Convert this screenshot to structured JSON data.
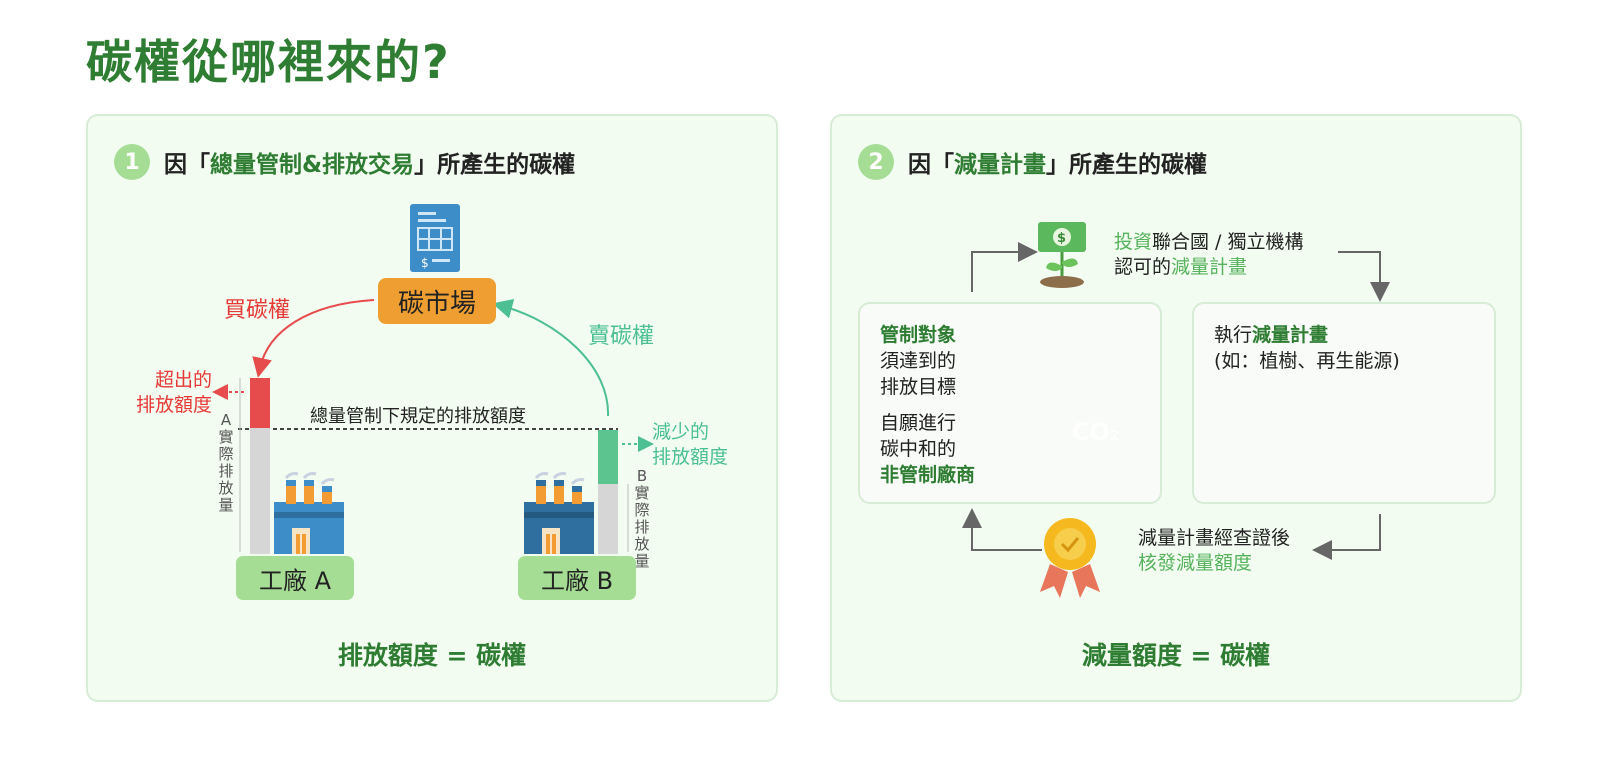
{
  "title": "碳權從哪裡來的?",
  "panel1": {
    "number": "1",
    "heading_pre": "因「",
    "heading_mid": "總量管制&排放交易",
    "heading_post": "」所產生的碳權",
    "market": "碳市場",
    "buy": "買碳權",
    "sell": "賣碳權",
    "excess": [
      "超出的",
      "排放額度"
    ],
    "reduced": [
      "減少的",
      "排放額度"
    ],
    "cap_label": "總量管制下規定的排放額度",
    "a_actual": "A實際排放量",
    "b_actual": "B實際排放量",
    "factory_a": "工廠 A",
    "factory_b": "工廠 B",
    "footer": "排放額度 = 碳權",
    "colors": {
      "excess": "#e74c4c",
      "reduced": "#5cc58f",
      "market": "#ef9f31",
      "factory_label": "#a6dd94"
    }
  },
  "panel2": {
    "number": "2",
    "heading_pre": "因「",
    "heading_mid": "減量計畫",
    "heading_post": "」所產生的碳權",
    "invest_a": "投資",
    "invest_b": "聯合國 / 獨立機構",
    "invest_c": "認可的",
    "invest_d": "減量計畫",
    "box1": {
      "l1": "管制對象",
      "l2": "須達到的",
      "l3": "排放目標",
      "l4": "自願進行",
      "l5": "碳中和的",
      "l6": "非管制廠商",
      "co2": "CO₂"
    },
    "box2": {
      "l1a": "執行",
      "l1b": "減量計畫",
      "l2": "(如：植樹、再生能源)"
    },
    "verify1": "減量計畫經查證後",
    "verify2": "核發減量額度",
    "footer": "減量額度 = 碳權"
  }
}
